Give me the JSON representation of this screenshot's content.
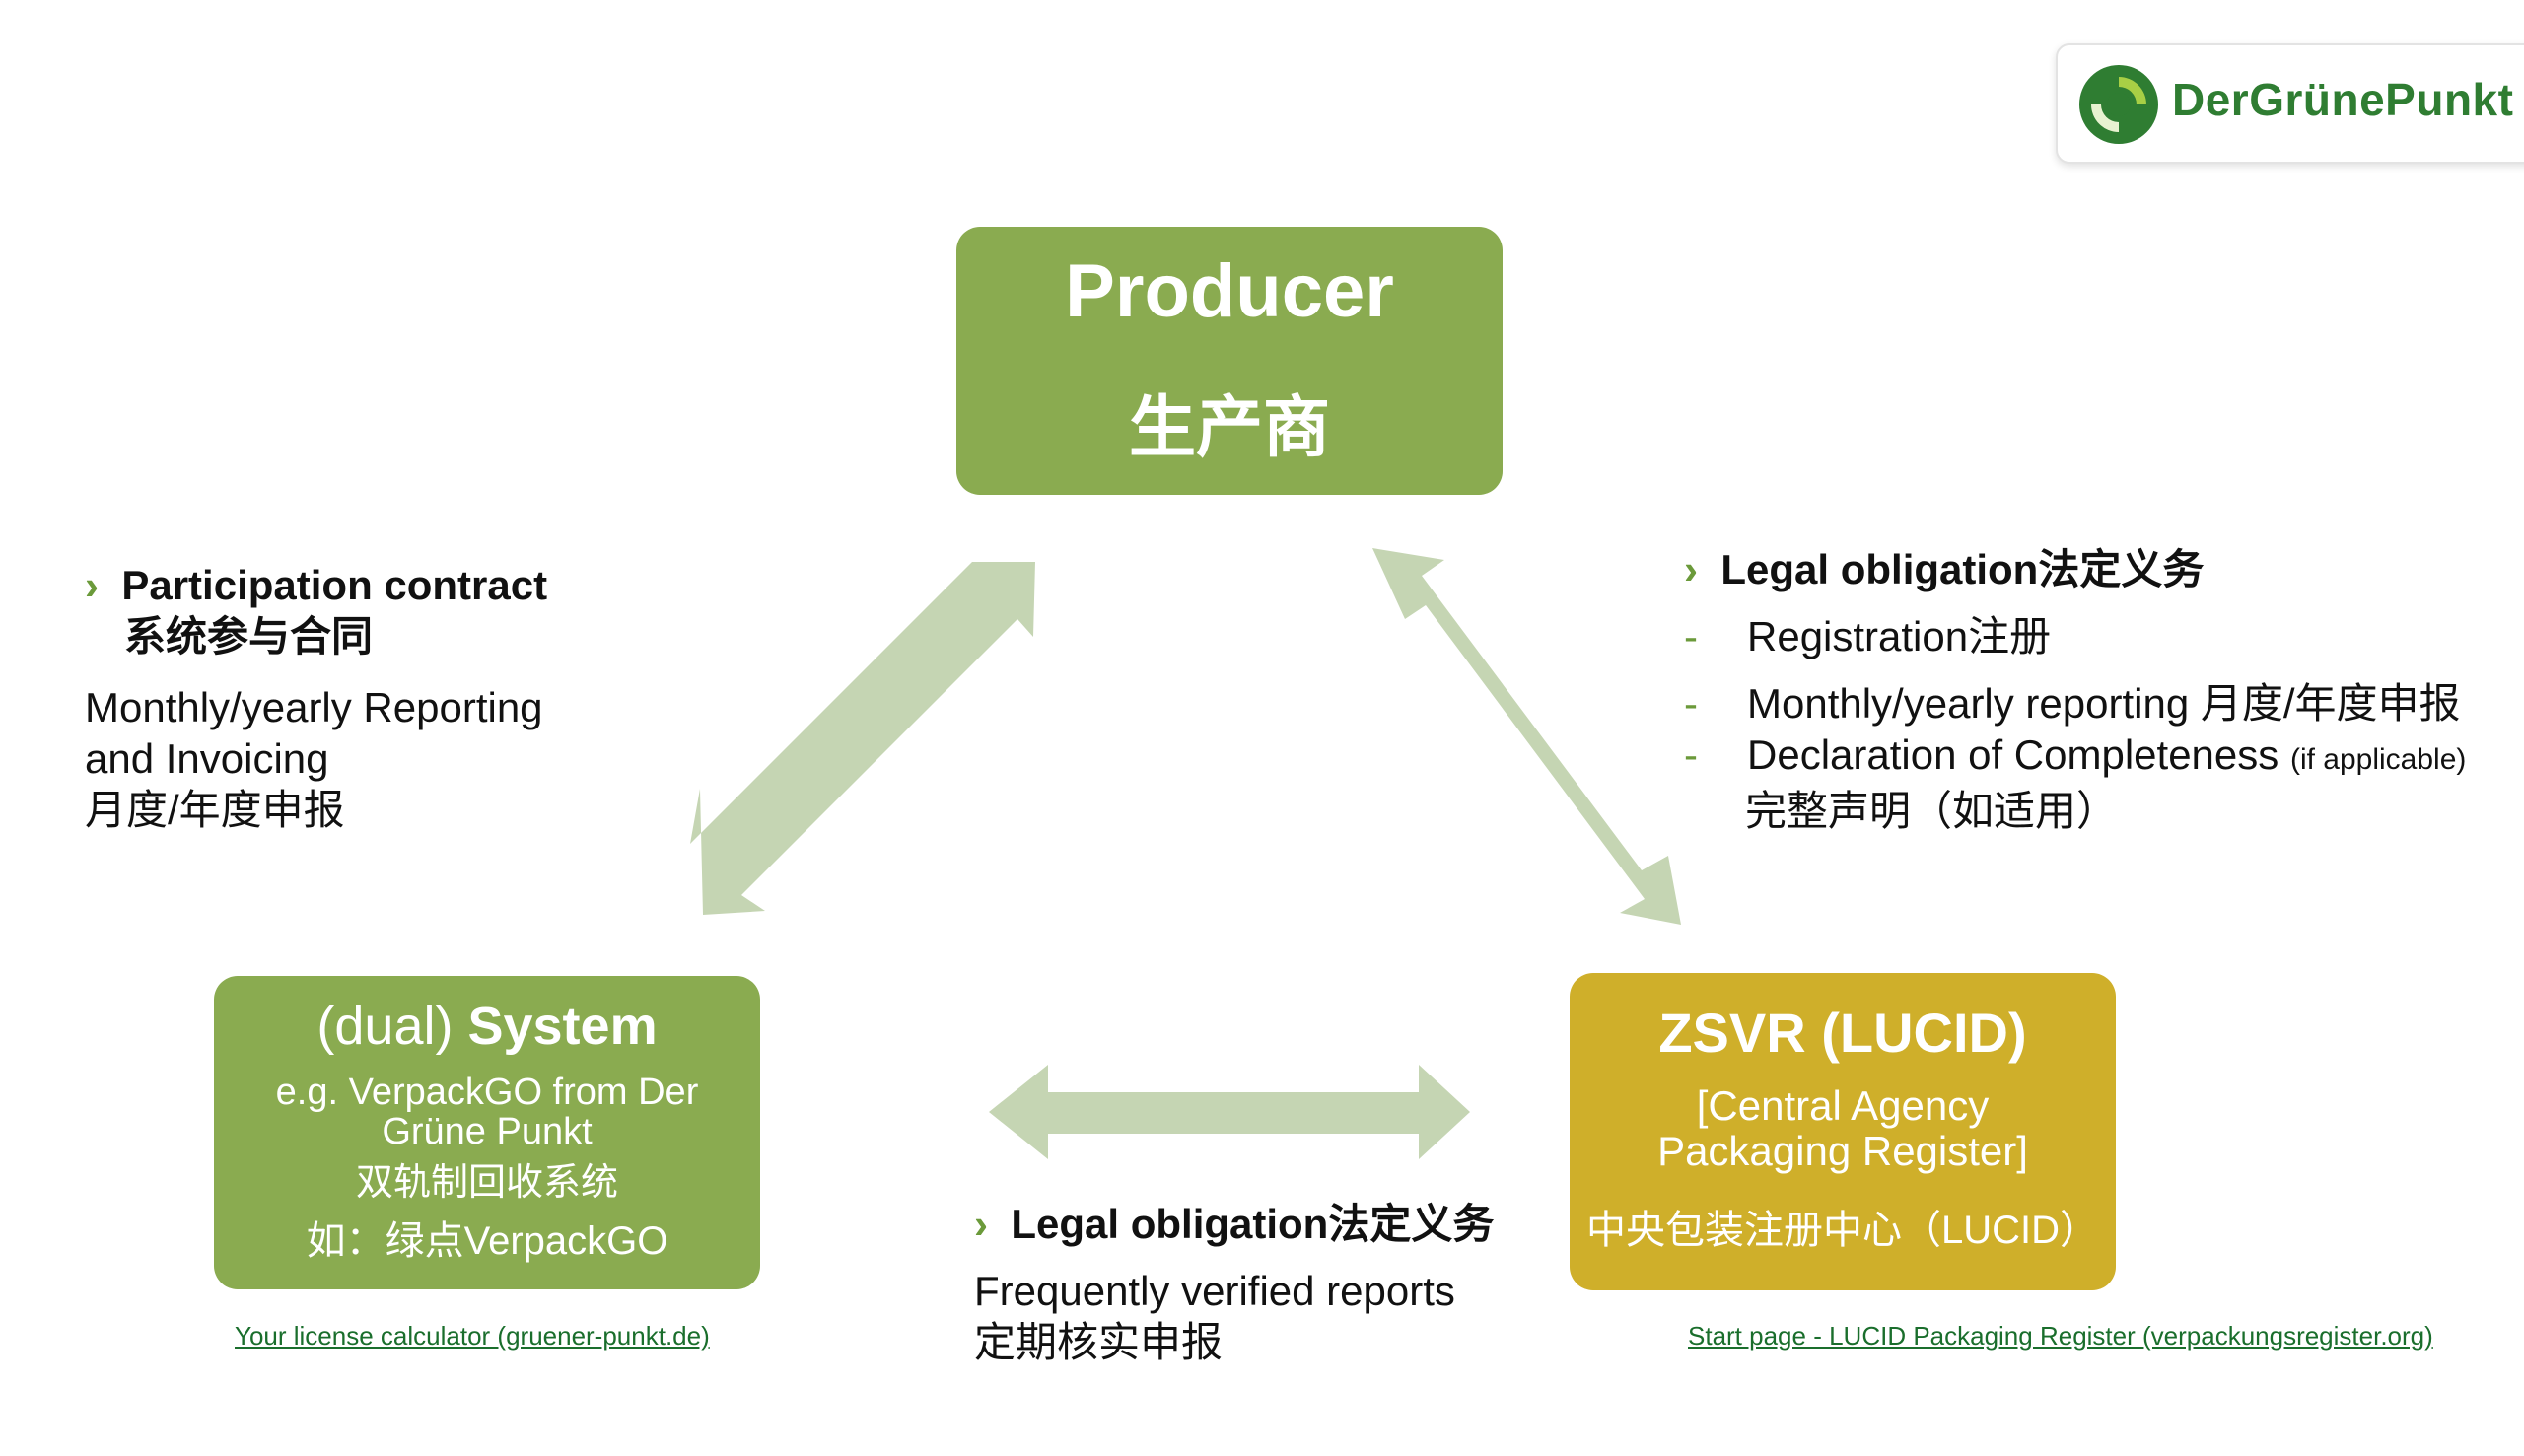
{
  "logo": {
    "brand_text": "DerGrünePunkt",
    "icon": "green-dot-arrows-icon"
  },
  "producer": {
    "title_en": "Producer",
    "title_zh": "生产商"
  },
  "system": {
    "title_prefix": "(dual) ",
    "title_main": "System",
    "example_en": "e.g. VerpackGO from Der Grüne Punkt",
    "subtitle_zh": "双轨制回收系统",
    "example_zh": "如：绿点VerpackGO"
  },
  "zsvr": {
    "title": "ZSVR (LUCID)",
    "subtitle_en": "[Central Agency Packaging Register]",
    "subtitle_zh": "中央包装注册中心（LUCID）"
  },
  "left_block": {
    "bullet": "›",
    "heading_en": "Participation contract",
    "heading_zh": "系统参与合同",
    "line1": "Monthly/yearly Reporting",
    "line2": "and Invoicing",
    "line3": "月度/年度申报"
  },
  "right_block": {
    "bullet": "›",
    "heading": "Legal obligation法定义务",
    "items": [
      {
        "dash": "-",
        "text": "Registration注册"
      },
      {
        "dash": "-",
        "text": "Monthly/yearly reporting 月度/年度申报"
      },
      {
        "dash": "-",
        "text": "Declaration of Completeness",
        "note": "(if applicable)",
        "text_zh": "完整声明（如适用）"
      }
    ]
  },
  "bottom_block": {
    "bullet": "›",
    "heading": "Legal obligation法定义务",
    "line1": "Frequently verified reports",
    "line2": "定期核实申报"
  },
  "links": {
    "license_calculator": "Your license calculator (gruener-punkt.de)",
    "lucid_start": "Start page - LUCID Packaging Register (verpackungsregister.org)"
  },
  "colors": {
    "box_green": "#8aab50",
    "box_gold": "#cfaf2a",
    "arrow": "#c5d5b3",
    "bullet_green": "#6b9a3a",
    "link_green": "#1a6e2c"
  }
}
